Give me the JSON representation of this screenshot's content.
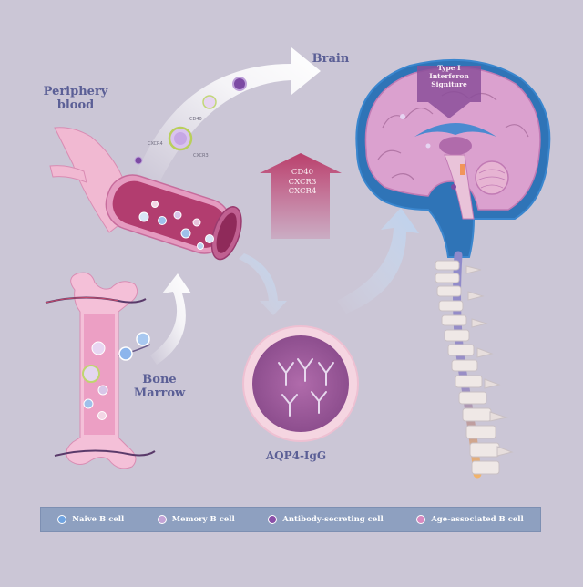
{
  "labels": {
    "periphery": "Periphery\nblood",
    "brain": "Brain",
    "bone_marrow": "Bone\nMarrow",
    "aqp4": "AQP4-IgG",
    "interferon": "Type I\nInterferon\nSigniture",
    "receptors": "CD40\nCXCR3\nCXCR4"
  },
  "cell_markers": {
    "cd40": "CD40",
    "cxcr4": "CXCR4",
    "cxcr3": "CXCR3"
  },
  "legend": [
    {
      "label": "Naive B cell",
      "color": "#6fa3e0"
    },
    {
      "label": "Memory B cell",
      "color": "#c3a3d6"
    },
    {
      "label": "Antibody-secreting cell",
      "color": "#8a4fa8"
    },
    {
      "label": "Age-associated B cell",
      "color": "#d889c0"
    }
  ]
}
